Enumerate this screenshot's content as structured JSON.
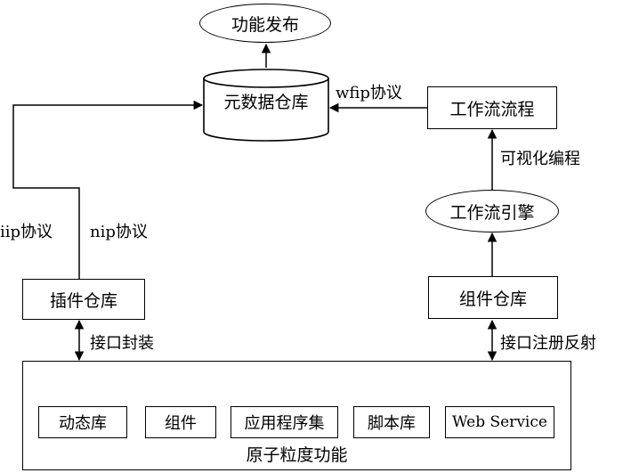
{
  "nodes": {
    "publish": "功能发布",
    "metadata_repo": "元数据仓库",
    "workflow_process": "工作流流程",
    "workflow_engine": "工作流引擎",
    "plugin_repo": "插件仓库",
    "component_repo": "组件仓库",
    "atomic_container": "原子粒度功能"
  },
  "atomic_items": [
    "动态库",
    "组件",
    "应用程序集",
    "脚本库",
    "Web Service"
  ],
  "edge_labels": {
    "wfip": "wfip协议",
    "visual_programming": "可视化编程",
    "iip": "iip协议",
    "nip": "nip协议",
    "interface_wrap": "接口封装",
    "interface_reflect": "接口注册反射"
  }
}
